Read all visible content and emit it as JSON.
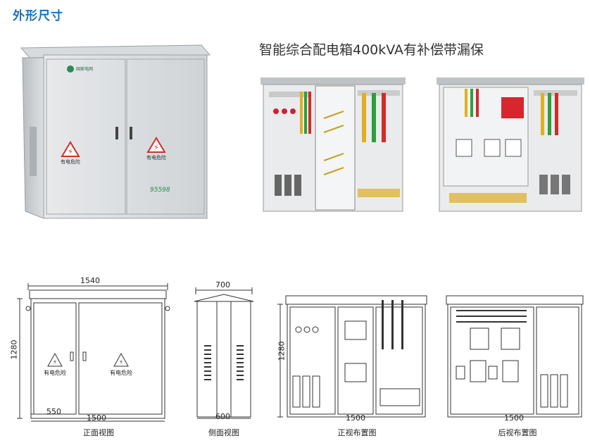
{
  "section_title": "外形尺寸",
  "product_title": "智能综合配电箱400kVA有补偿带漏保",
  "photo_front": {
    "logo_text": "国家电网",
    "warning_left": "有电危险",
    "warning_right": "有电危险",
    "hotline": "95598"
  },
  "drawings": {
    "front": {
      "caption": "正面视图",
      "dim_top": "1540",
      "dim_height": "1280",
      "dim_left": "550",
      "dim_bottom": "1500",
      "warning_left": "有电危险",
      "warning_right": "有电危险"
    },
    "side": {
      "caption": "侧面视图",
      "dim_top": "700",
      "dim_bottom": "600"
    },
    "front_layout": {
      "caption": "正视布置图",
      "dim_height": "1280",
      "dim_bottom": "1500"
    },
    "rear_layout": {
      "caption": "后视布置图",
      "dim_bottom": "1500"
    }
  },
  "colors": {
    "title_blue": "#1a73b8",
    "warning_red": "#d62b2b",
    "cabinet_gray": "#c9cdd0"
  }
}
